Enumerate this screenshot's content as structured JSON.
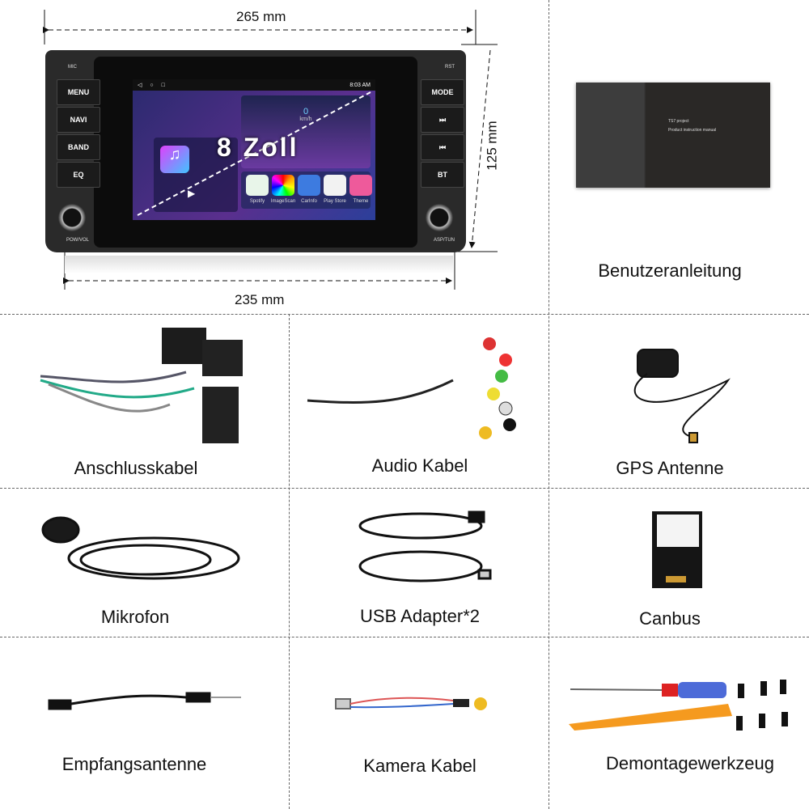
{
  "dimensions": {
    "width_top": "265 mm",
    "height": "125 mm",
    "width_bottom": "235 mm"
  },
  "head_unit": {
    "screen_size": "8 Zoll",
    "left_buttons": [
      "MENU",
      "NAVI",
      "BAND",
      "EQ"
    ],
    "right_buttons": [
      "MODE",
      "⏭",
      "⏮",
      "BT"
    ],
    "mic": "MIC",
    "rst": "RST",
    "pow_vol": "POW/VOL",
    "asp_tun": "ASP/TUN",
    "clock": "8:03 AM",
    "speed": "0",
    "speed_unit": "km/h",
    "apps": [
      {
        "name": "Spotify",
        "color": "#e8f5e9"
      },
      {
        "name": "ImageScan",
        "color": "#ffffff"
      },
      {
        "name": "CarInfo",
        "color": "#3d7be0"
      },
      {
        "name": "Play Store",
        "color": "#f2f2f2"
      },
      {
        "name": "Theme",
        "color": "#ee5a9b"
      }
    ]
  },
  "manual": {
    "line1": "TS7 project",
    "line2": "Product instruction manual"
  },
  "items": [
    "Benutzeranleitung",
    "Anschlusskabel",
    "Audio Kabel",
    "GPS Antenne",
    "Mikrofon",
    "USB Adapter*2",
    "Canbus",
    "Empfangsantenne",
    "Kamera Kabel",
    "Demontagewerkzeug"
  ]
}
